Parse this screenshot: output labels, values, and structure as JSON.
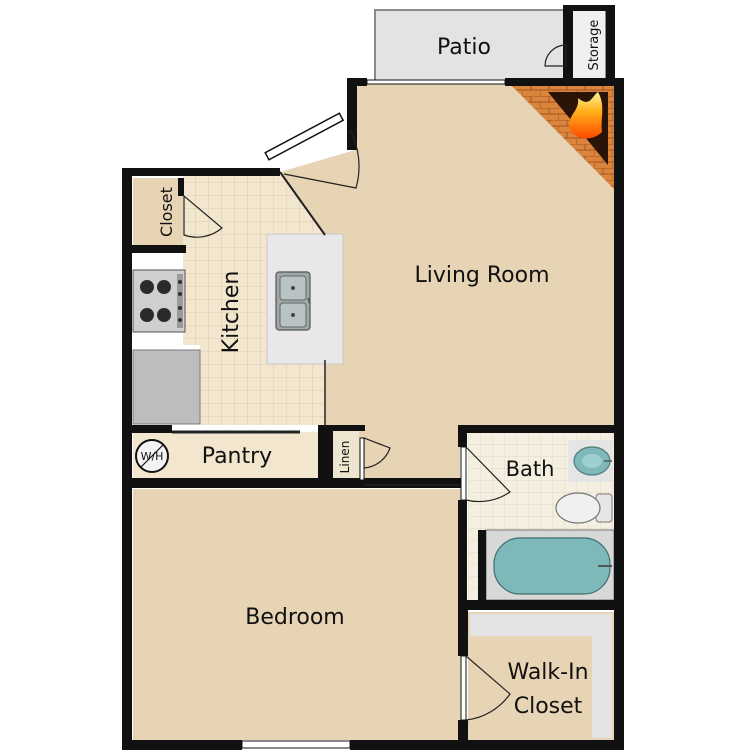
{
  "rooms": {
    "patio": "Patio",
    "storage": "Storage",
    "living_room": "Living Room",
    "closet": "Closet",
    "kitchen": "Kitchen",
    "pantry": "Pantry",
    "water_heater": "W/H",
    "linen": "Linen",
    "bath": "Bath",
    "bedroom": "Bedroom",
    "walk_in_line1": "Walk-In",
    "walk_in_line2": "Closet"
  },
  "colors": {
    "wall": "#111111",
    "carpet": "#e6d4b4",
    "kitchen_tile": "#f2e6cf",
    "bath_tile": "#f4efe0",
    "patio": "#e3e3e3",
    "counter": "#e8e8e8",
    "tub_water": "#7fb8b8",
    "fireplace_brick": "#d9853d",
    "flame": "#ff9a1a"
  },
  "icons": {
    "stove": "stove-icon",
    "sink": "double-sink-icon",
    "water_heater": "water-heater-icon",
    "toilet": "toilet-icon",
    "basin": "basin-icon",
    "tub": "bathtub-icon",
    "fireplace": "fireplace-icon"
  }
}
